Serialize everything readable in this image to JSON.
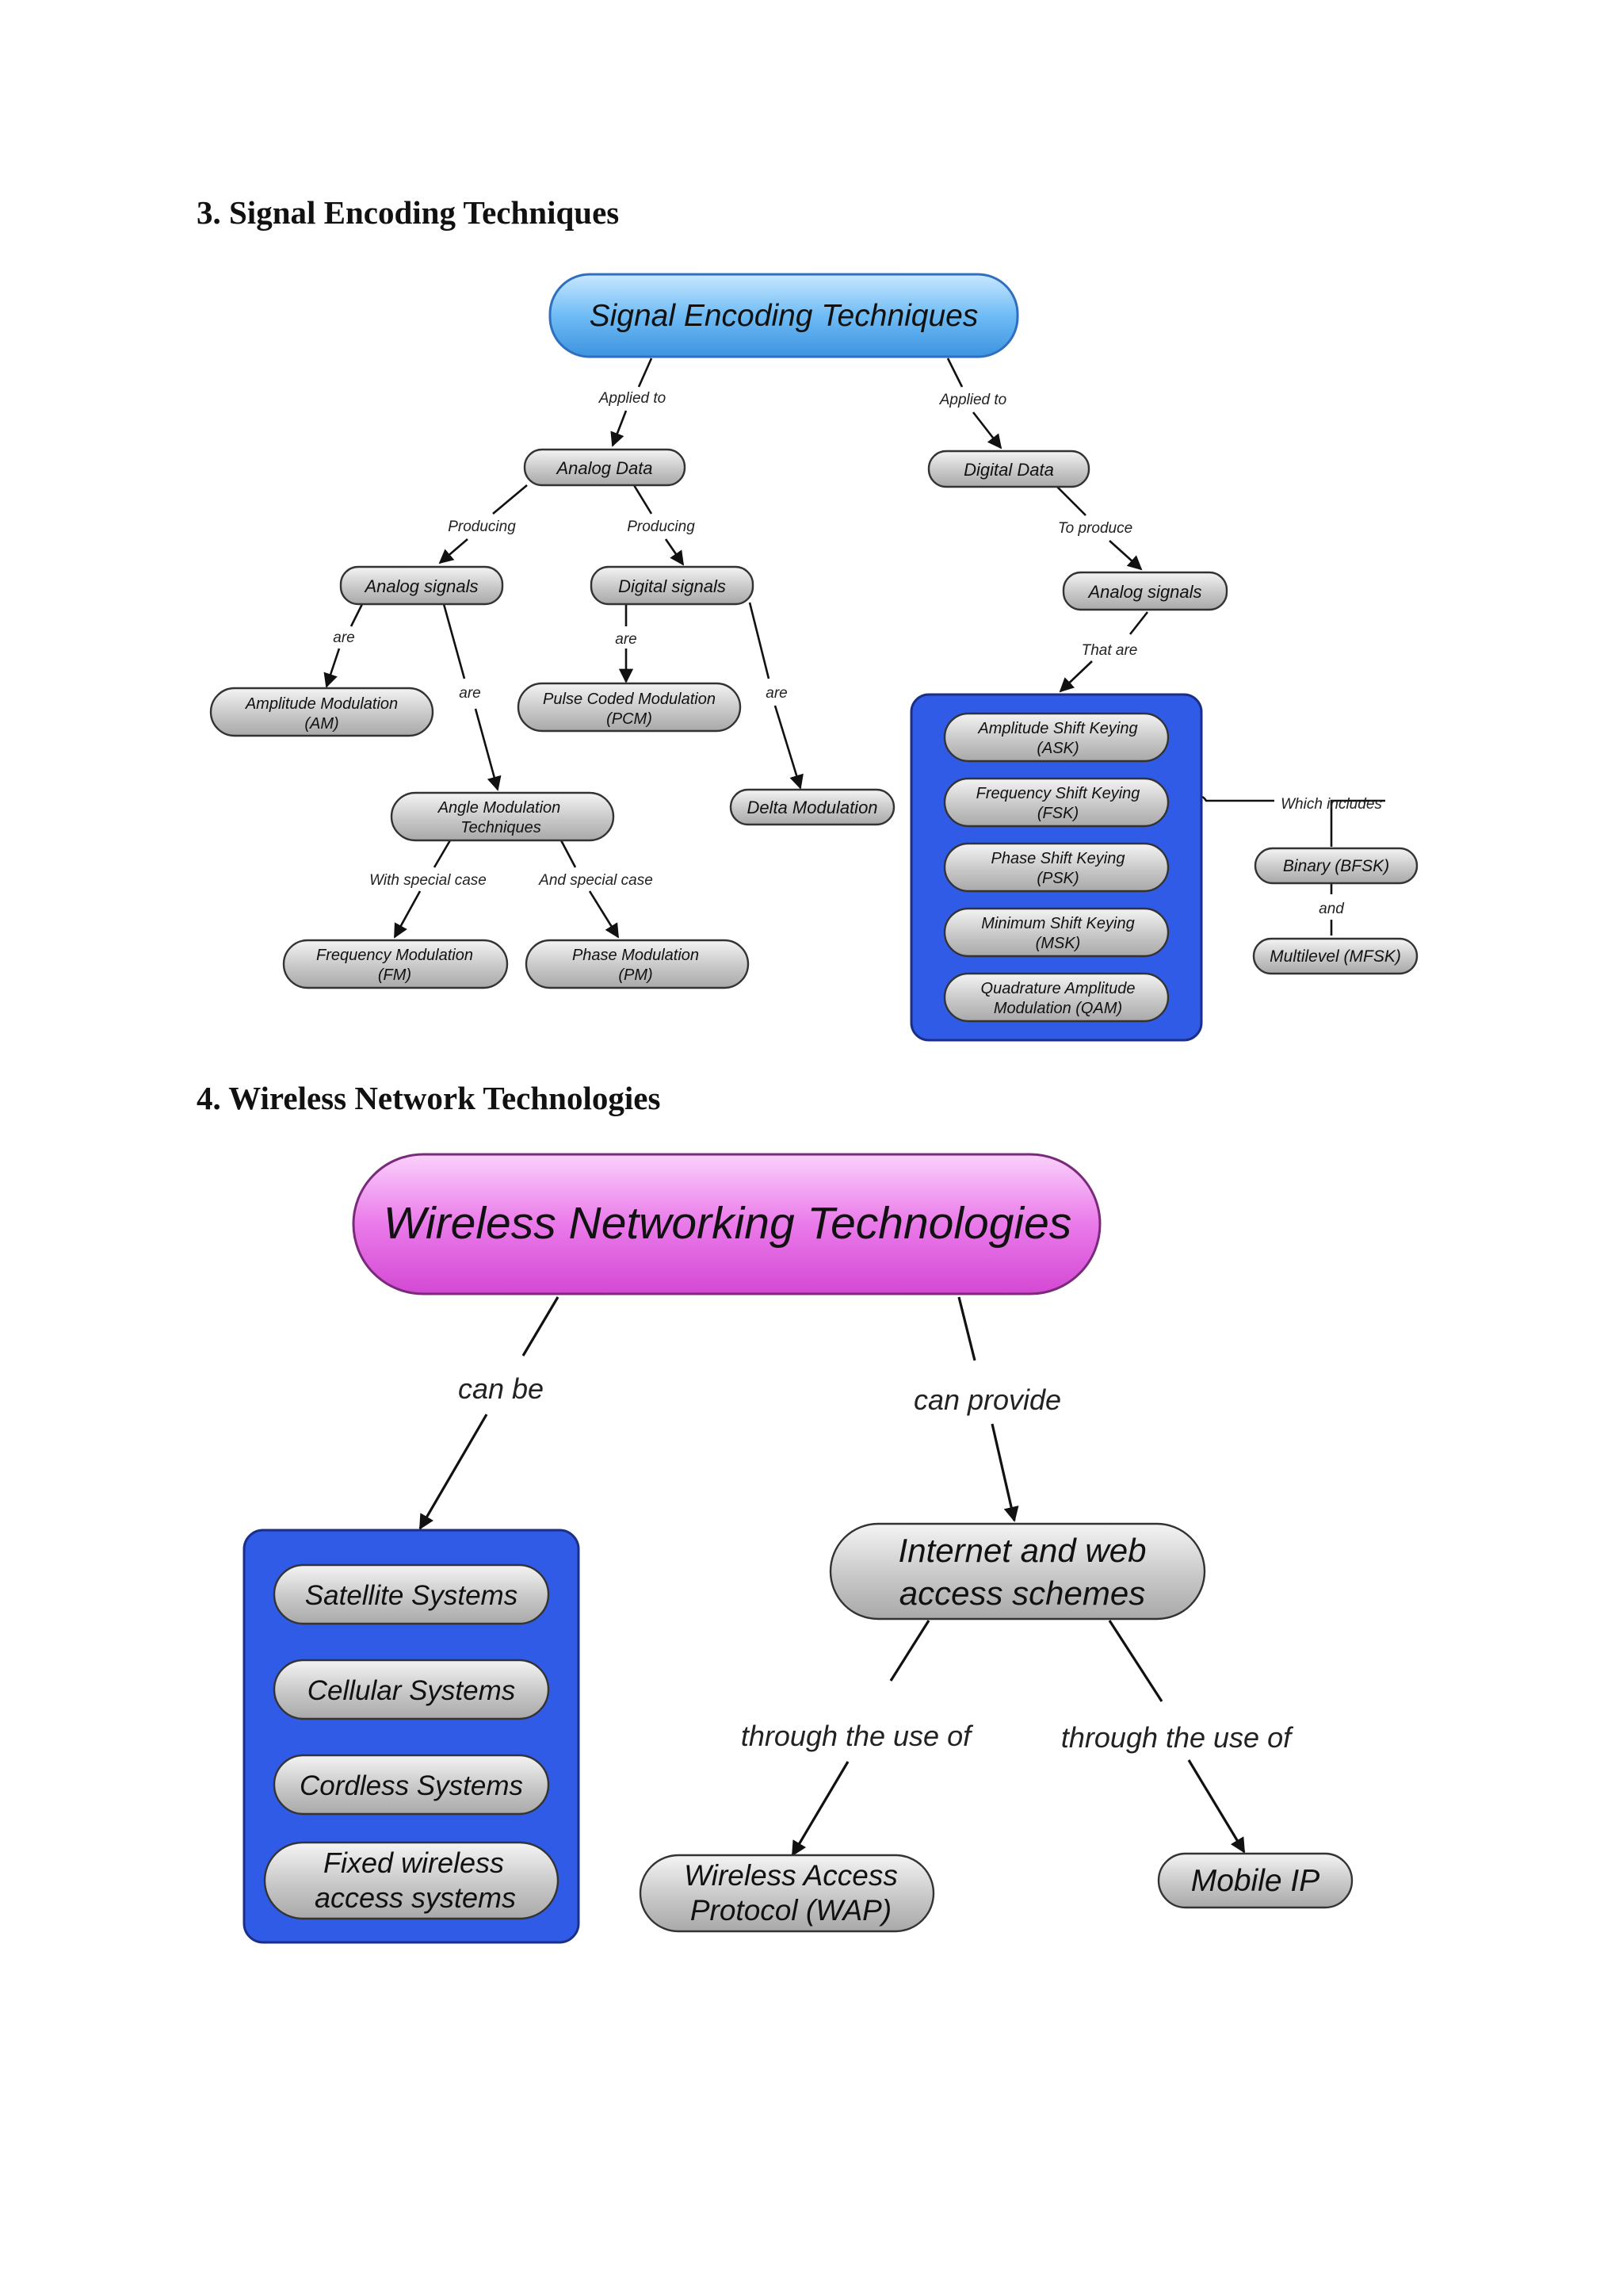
{
  "headings": {
    "section3": "3. Signal Encoding  Techniques",
    "section4": "4. Wireless Network Technologies"
  },
  "colors": {
    "root1": "#4fa9ef",
    "root2": "#e05ee0",
    "group_box": "#2f5be6",
    "node_gray": "#c9c9c9"
  },
  "diagram1": {
    "root": "Signal Encoding Techniques",
    "analog_data": "Analog Data",
    "digital_data": "Digital Data",
    "analog_signals_left": "Analog signals",
    "digital_signals": "Digital signals",
    "analog_signals_right": "Analog signals",
    "am": [
      "Amplitude Modulation",
      "(AM)"
    ],
    "pcm": [
      "Pulse Coded Modulation",
      "(PCM)"
    ],
    "angle": [
      "Angle Modulation",
      "Techniques"
    ],
    "delta": "Delta Modulation",
    "fm": [
      "Frequency Modulation",
      "(FM)"
    ],
    "pm": [
      "Phase Modulation",
      "(PM)"
    ],
    "ask": [
      "Amplitude Shift Keying",
      "(ASK)"
    ],
    "fsk": [
      "Frequency Shift Keying",
      "(FSK)"
    ],
    "psk": [
      "Phase Shift Keying",
      "(PSK)"
    ],
    "msk": [
      "Minimum Shift Keying",
      "(MSK)"
    ],
    "qam": [
      "Quadrature Amplitude",
      "Modulation (QAM)"
    ],
    "bfsk": "Binary (BFSK)",
    "mfsk": "Multilevel (MFSK)",
    "labels": {
      "applied_to_left": "Applied to",
      "applied_to_right": "Applied to",
      "producing_left": "Producing",
      "producing_right": "Producing",
      "to_produce": "To produce",
      "are_am": "are",
      "are_angle": "are",
      "are_pcm": "are",
      "are_delta": "are",
      "that_are": "That are",
      "with_special": "With special case",
      "and_special": "And special case",
      "which_includes": "Which includes",
      "and": "and"
    }
  },
  "diagram2": {
    "root": "Wireless Networking Technologies",
    "satellite": "Satellite Systems",
    "cellular": "Cellular Systems",
    "cordless": "Cordless Systems",
    "fixed": [
      "Fixed wireless",
      "access systems"
    ],
    "internet": [
      "Internet and web",
      "access schemes"
    ],
    "wap": [
      "Wireless Access",
      "Protocol (WAP)"
    ],
    "mobile_ip": "Mobile IP",
    "labels": {
      "can_be": "can be",
      "can_provide": "can provide",
      "through_left": "through the use of",
      "through_right": "through the use of"
    }
  }
}
